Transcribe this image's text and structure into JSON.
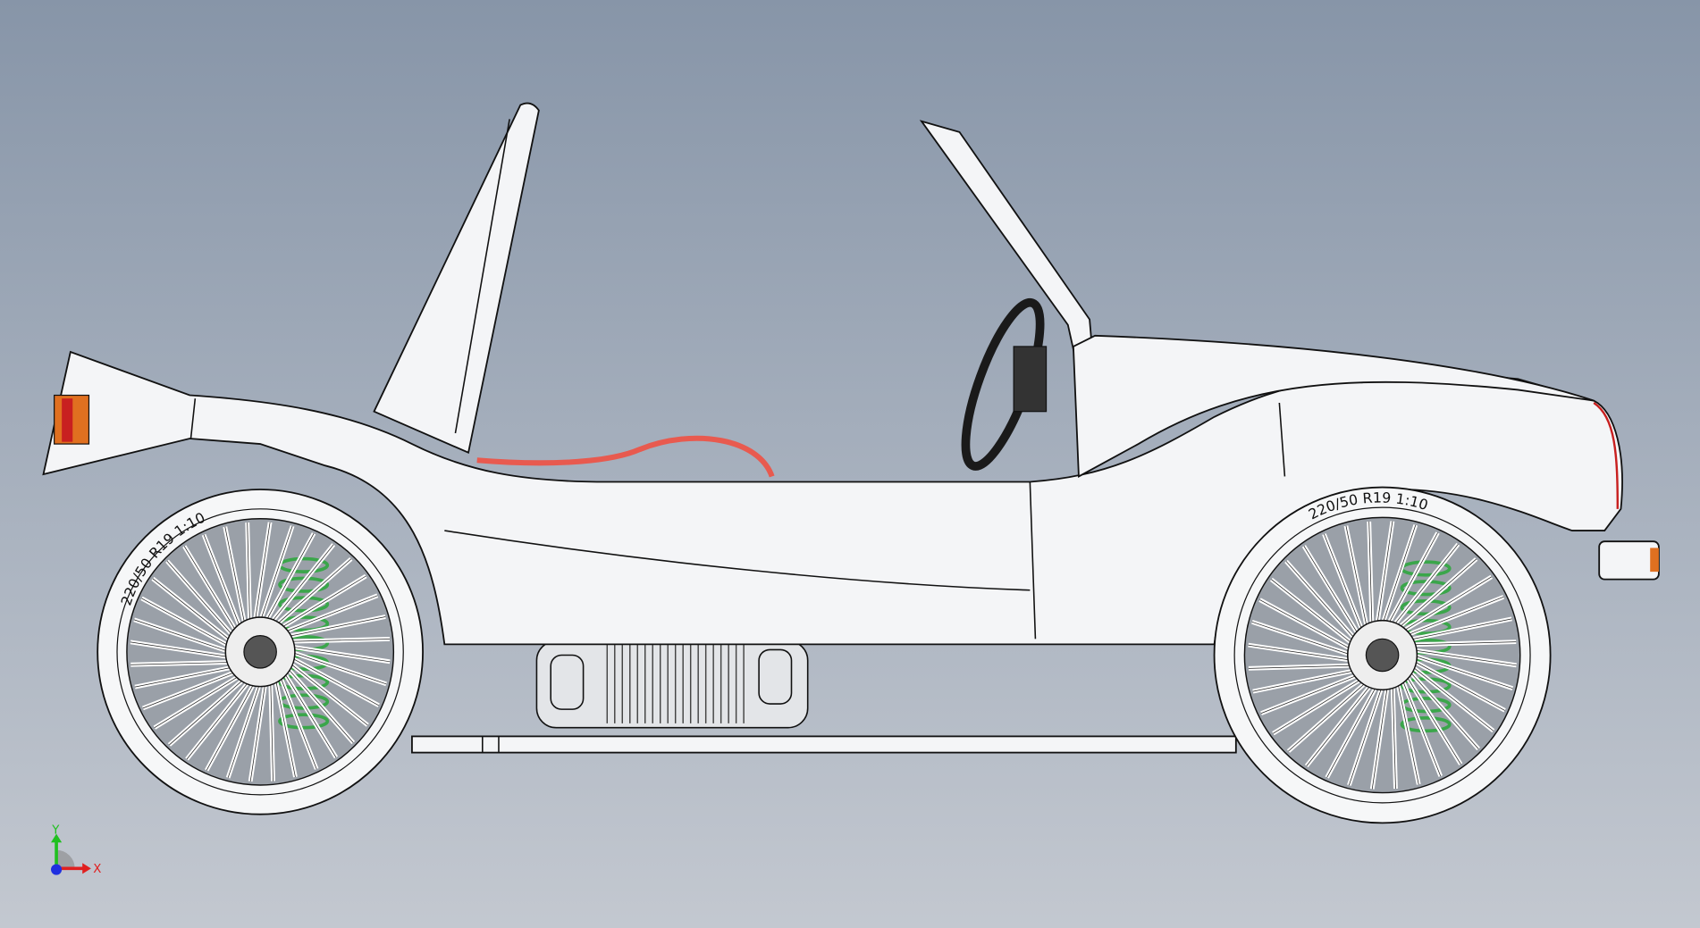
{
  "viewport": {
    "model": "buggy-side-view",
    "rear_tire_label": "220/50  R19  1:10",
    "front_tire_label": "220/50  R19  1:10"
  },
  "triad": {
    "x_label": "X",
    "y_label": "Y"
  },
  "colors": {
    "background_top": "#8795a8",
    "background_bottom": "#c3c8d0",
    "body": "#f4f5f7",
    "spring": "#3aa64a",
    "cable": "#e85a4f",
    "tail_light": "#e07020",
    "axis_x": "#e02020",
    "axis_y": "#20c020",
    "axis_z": "#2030e0"
  }
}
